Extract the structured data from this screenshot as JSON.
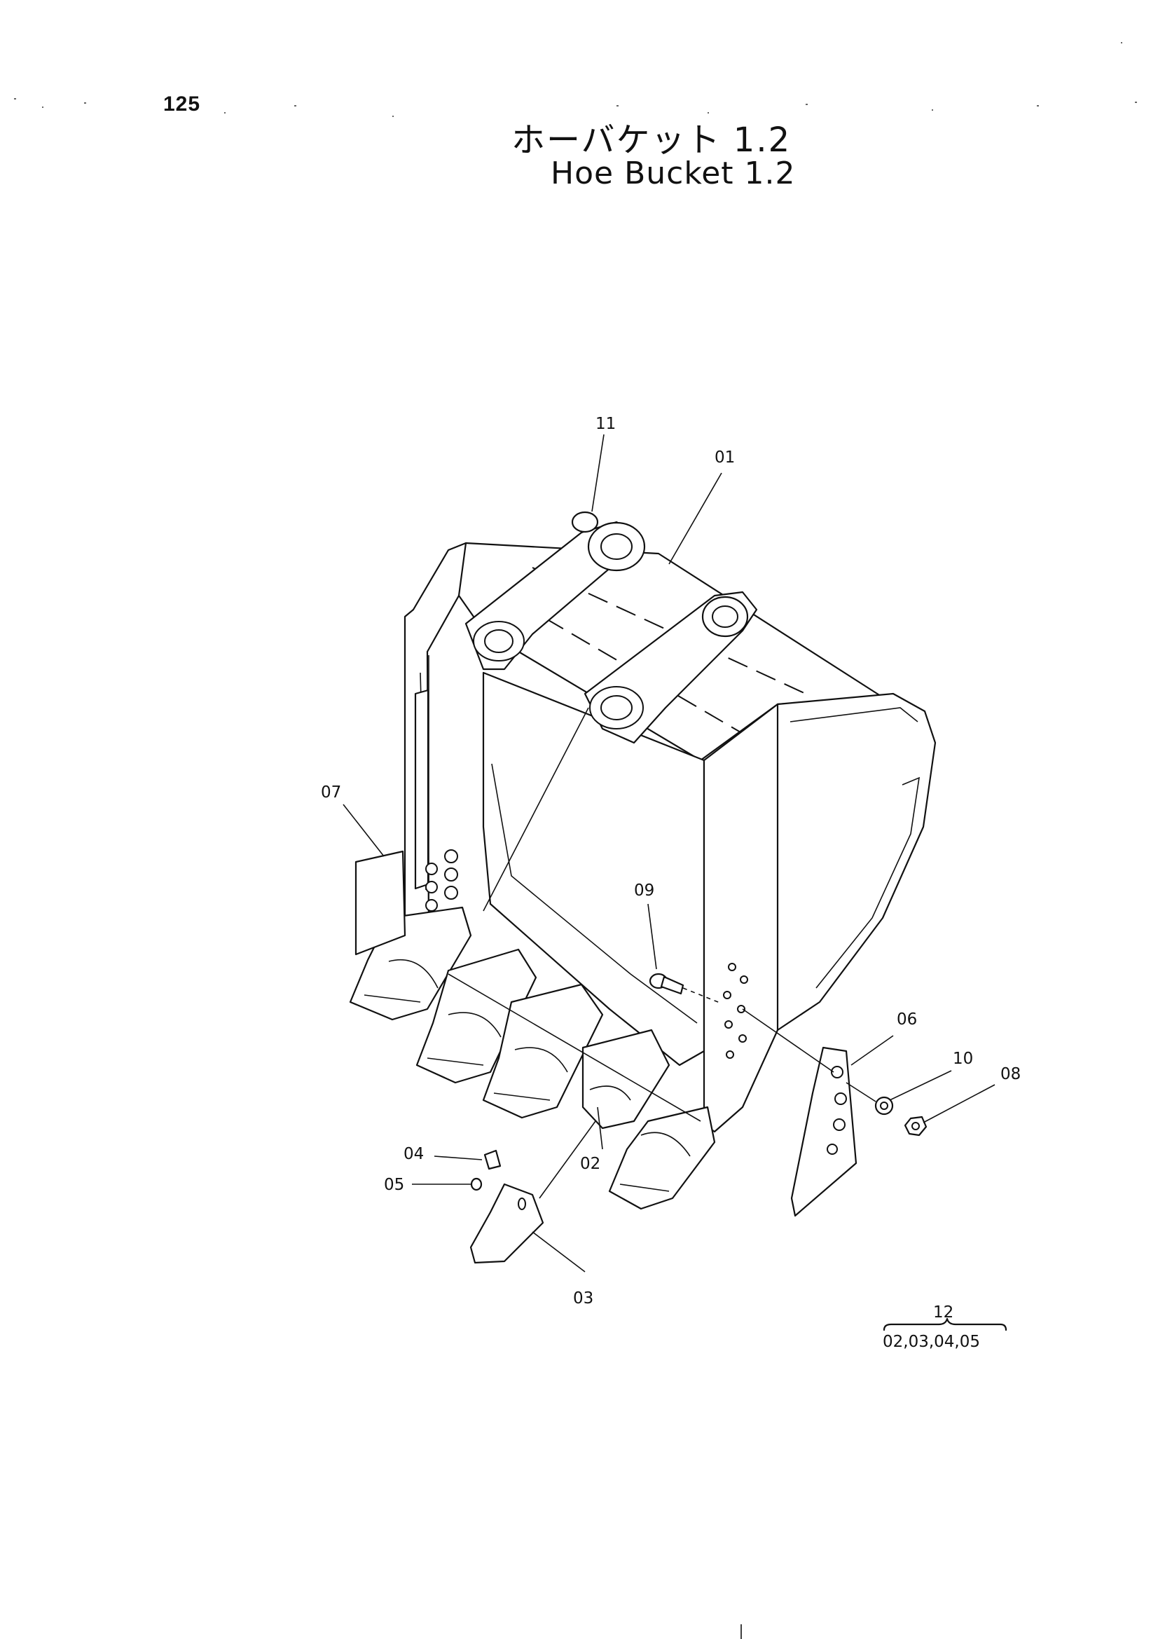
{
  "page_number": "125",
  "title": {
    "japanese": "ホーバケット 1.2",
    "english": "Hoe Bucket 1.2"
  },
  "callouts": [
    {
      "key": "c11",
      "label": "11"
    },
    {
      "key": "c01",
      "label": "01"
    },
    {
      "key": "c07",
      "label": "07"
    },
    {
      "key": "c09",
      "label": "09"
    },
    {
      "key": "c06",
      "label": "06"
    },
    {
      "key": "c10",
      "label": "10"
    },
    {
      "key": "c08",
      "label": "08"
    },
    {
      "key": "c04",
      "label": "04"
    },
    {
      "key": "c05",
      "label": "05"
    },
    {
      "key": "c02",
      "label": "02"
    },
    {
      "key": "c03",
      "label": "03"
    }
  ],
  "assembly_note": {
    "number": "12",
    "members": "02,03,04,05"
  }
}
